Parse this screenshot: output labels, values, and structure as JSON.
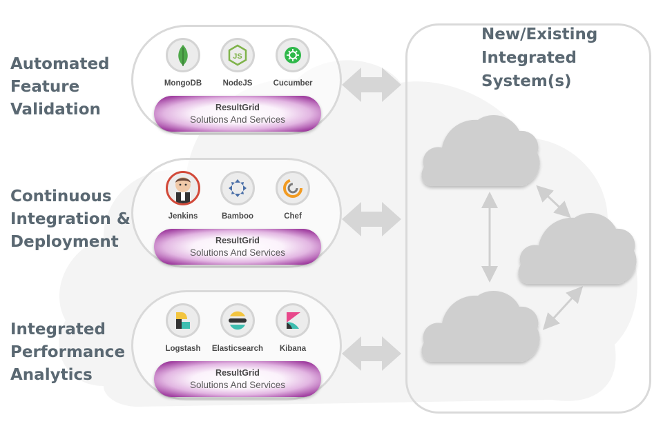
{
  "rows": [
    {
      "title_lines": [
        "Automated",
        "Feature",
        "Validation"
      ],
      "tools": [
        {
          "name": "MongoDB",
          "icon": "mongodb-leaf-icon"
        },
        {
          "name": "NodeJS",
          "icon": "nodejs-hexagon-icon"
        },
        {
          "name": "Cucumber",
          "icon": "cucumber-icon"
        }
      ],
      "pill": {
        "brand": "ResultGrid",
        "subtitle": "Solutions And Services"
      }
    },
    {
      "title_lines": [
        "Continuous",
        "Integration &",
        "Deployment"
      ],
      "tools": [
        {
          "name": "Jenkins",
          "icon": "jenkins-butler-icon"
        },
        {
          "name": "Bamboo",
          "icon": "bamboo-arrows-icon"
        },
        {
          "name": "Chef",
          "icon": "chef-logo-icon"
        }
      ],
      "pill": {
        "brand": "ResultGrid",
        "subtitle": "Solutions And Services"
      }
    },
    {
      "title_lines": [
        "Integrated",
        "Performance",
        "Analytics"
      ],
      "tools": [
        {
          "name": "Logstash",
          "icon": "logstash-icon"
        },
        {
          "name": "Elasticsearch",
          "icon": "elasticsearch-icon"
        },
        {
          "name": "Kibana",
          "icon": "kibana-icon"
        }
      ],
      "pill": {
        "brand": "ResultGrid",
        "subtitle": "Solutions And Services"
      }
    }
  ],
  "systems": {
    "title_lines": [
      "New/Existing",
      "Integrated",
      "System(s)"
    ],
    "nodes": [
      "cloud-icon",
      "cloud-icon",
      "cloud-icon"
    ]
  },
  "colors": {
    "label": "#5a6872",
    "panel_border": "#d9d9d9",
    "arrow": "#d6d6d6",
    "cloud": "#cfcfcf",
    "pill_edge": "#8b2c8b",
    "mongodb": "#4fa94b",
    "nodejs": "#7fb34a",
    "cucumber": "#2fb84a",
    "jenkins": "#d24939",
    "bamboo": "#4a6fa8",
    "chef": "#f29b22",
    "logstash": "#f3c53f",
    "elasticsearch": "#3ebeb0",
    "kibana": "#e8488b"
  }
}
